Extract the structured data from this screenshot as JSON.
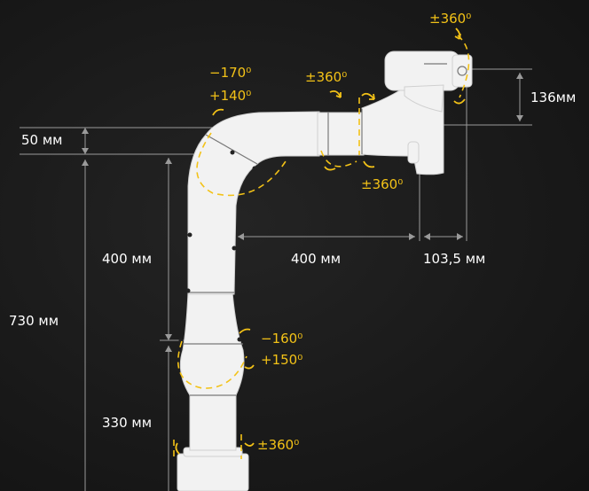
{
  "colors": {
    "background": "#1a1a1a",
    "dimension_text": "#ffffff",
    "rotation_accent": "#f3c217",
    "arm_body": "#f2f2f2",
    "dimension_line": "#9a9a9a"
  },
  "dimensions": {
    "d_50": "50 мм",
    "d_400_vertical": "400 мм",
    "d_730": "730 мм",
    "d_330": "330 мм",
    "d_400_horizontal": "400 мм",
    "d_103_5": "103,5 мм",
    "d_136": "136мм"
  },
  "rotations": {
    "tool_flange": "±360⁰",
    "wrist_upper": "±360⁰",
    "wrist_lower": "±360⁰",
    "shoulder_line1": "−170⁰",
    "shoulder_line2": "+140⁰",
    "elbow_line1": "−160⁰",
    "elbow_line2": "+150⁰",
    "base": "±360⁰"
  }
}
